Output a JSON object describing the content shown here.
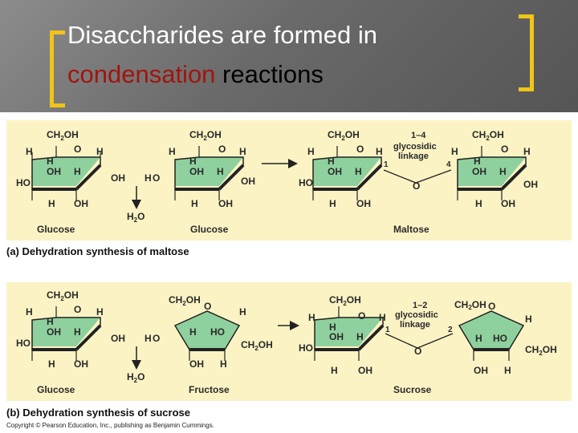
{
  "slide": {
    "title_line1": "Disaccharides are formed in",
    "title_highlight": "condensation",
    "title_rest": " reactions"
  },
  "panel_a": {
    "caption": "(a) Dehydration synthesis of maltose",
    "names": [
      "Glucose",
      "Glucose",
      "Maltose"
    ],
    "linkage_bond": "1–4",
    "linkage_word1": "glycosidic",
    "linkage_word2": "linkage"
  },
  "panel_b": {
    "caption": "(b) Dehydration synthesis of sucrose",
    "names": [
      "Glucose",
      "Fructose",
      "Sucrose"
    ],
    "linkage_bond": "1–2",
    "linkage_word1": "glycosidic",
    "linkage_word2": "linkage"
  },
  "copyright": "Copyright © Pearson Education, Inc., publishing as Benjamin Cummings.",
  "colors": {
    "bracket": "#f0c419",
    "highlight": "#a0150e",
    "panel": "#fbf3c4",
    "ring": "#8fd19e"
  }
}
